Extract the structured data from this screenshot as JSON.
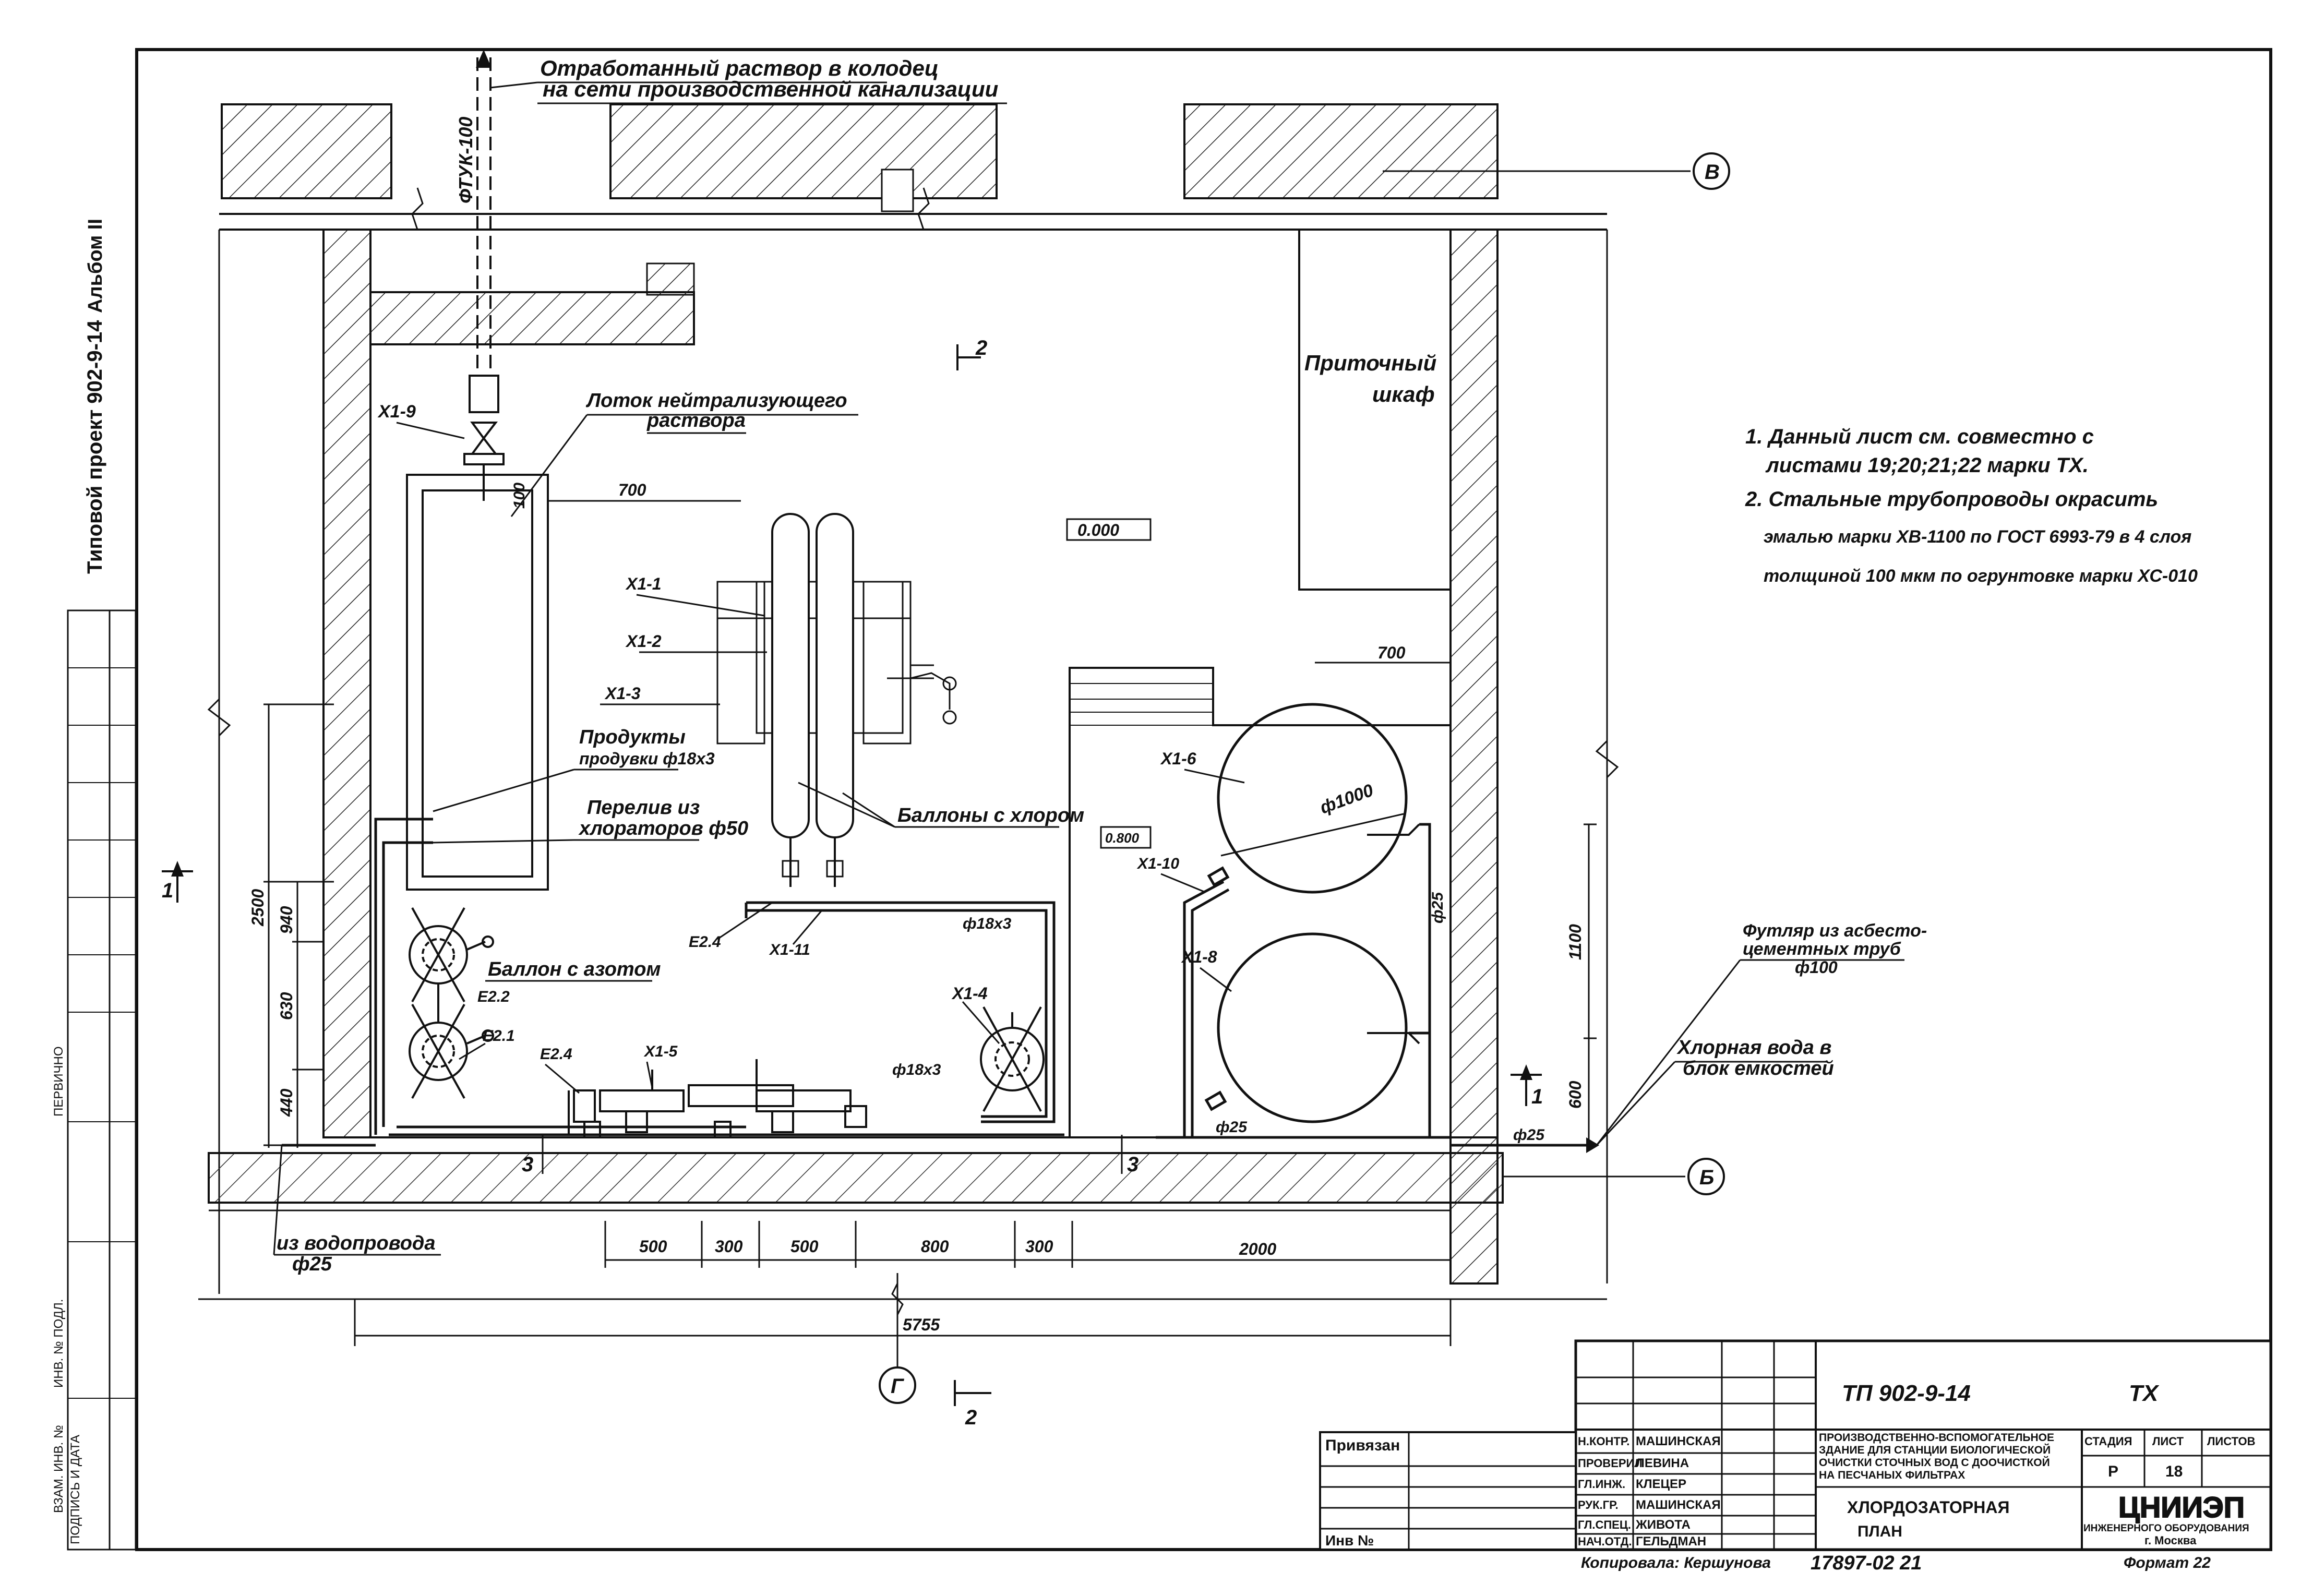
{
  "header": {
    "album": "Альбом II",
    "project": "Типовой проект 902-9-14"
  },
  "callouts": {
    "discharge_1": "Отработанный раствор в колодец",
    "discharge_2": "на сети производственной канализации",
    "pipe_vertical": "ФТУК-100",
    "tray_1": "Лоток нейтрализующего",
    "tray_2": "раствора",
    "supply_cabinet_1": "Приточный",
    "supply_cabinet_2": "шкаф",
    "purge_1": "Продукты",
    "purge_2": "продувки ф18х3",
    "overflow_1": "Перелив из",
    "overflow_2": "хлораторов ф50",
    "cylinders": "Баллоны с хлором",
    "nitrogen": "Баллон с азотом",
    "sleeve_1": "Футляр из асбесто-",
    "sleeve_2": "цементных труб",
    "sleeve_3": "ф100",
    "chlorine_water_1": "Хлорная вода в",
    "chlorine_water_2": "блок емкостей",
    "from_water_1": "из водопровода",
    "from_water_2": "ф25"
  },
  "notes": [
    "1. Данный лист см. совместно с",
    "листами 19;20;21;22 марки ТХ.",
    "2. Стальные трубопроводы окрасить",
    "эмалью марки ХВ-1100 по ГОСТ 6993-79 в 4 слоя",
    "толщиной 100 мкм по огрунтовке марки ХС-010"
  ],
  "axes": {
    "b_top": "В",
    "b_bottom": "Б",
    "g": "Г"
  },
  "sections": {
    "s2": "2",
    "s1": "1",
    "s3": "3"
  },
  "levels": {
    "main": "0.000",
    "small": "0.800"
  },
  "equipment_tags": {
    "x1_1": "Х1-1",
    "x1_2": "Х1-2",
    "x1_3": "Х1-3",
    "x1_4": "Х1-4",
    "x1_5": "Х1-5",
    "x1_6": "Х1-6",
    "x1_8": "Х1-8",
    "x1_9": "Х1-9",
    "x1_10": "Х1-10",
    "x1_11": "Х1-11",
    "e2_1": "Е2.1",
    "e2_2": "Е2.2",
    "e2_4a": "Е2.4",
    "e2_4b": "Е2.4"
  },
  "dimensions": {
    "d700_top": "700",
    "d700_right": "700",
    "d100": "100",
    "d2500": "2500",
    "d940": "940",
    "d630": "630",
    "d440": "440",
    "d1100": "1100",
    "d600": "600",
    "phi1000": "ф1000",
    "phi25_a": "ф25",
    "phi25_b": "ф25",
    "phi18x3_a": "ф18х3",
    "phi18x3_b": "ф18х3",
    "phi25_c": "ф25",
    "bottom_chain": [
      "500",
      "300",
      "500",
      "800",
      "300",
      "2000"
    ],
    "overall": "5755"
  },
  "title_block": {
    "code": "ТП 902-9-14",
    "mark": "ТХ",
    "attached": "Привязан",
    "inv": "Инв №",
    "roles": [
      "Н.КОНТР.",
      "ПРОВЕРИЛ",
      "ГЛ.ИНЖ.",
      "РУК.ГР.",
      "ГЛ.СПЕЦ.",
      "НАЧ.ОТД."
    ],
    "names": [
      "МАШИНСКАЯ",
      "ЛЕВИНА",
      "КЛЕЦЕР",
      "МАШИНСКАЯ",
      "ЖИВОТА",
      "ГЕЛЬДМАН"
    ],
    "description": [
      "ПРОИЗВОДСТВЕННО-ВСПОМОГАТЕЛЬНОЕ",
      "ЗДАНИЕ ДЛЯ СТАНЦИИ БИОЛОГИЧЕСКОЙ",
      "ОЧИСТКИ СТОЧНЫХ ВОД С ДООЧИСТКОЙ",
      "НА ПЕСЧАНЫХ ФИЛЬТРАХ"
    ],
    "sheet_title_1": "ХЛОРДОЗАТОРНАЯ",
    "sheet_title_2": "ПЛАН",
    "stage_label": "СТАДИЯ",
    "sheet_label": "ЛИСТ",
    "sheets_label": "ЛИСТОВ",
    "stage": "Р",
    "sheet": "18",
    "org": "ЦНИИЭП",
    "org_sub_1": "ИНЖЕНЕРНОГО ОБОРУДОВАНИЯ",
    "org_sub_2": "г. Москва",
    "copied": "Копировала: Кершунова",
    "number": "17897-02 21",
    "format": "Формат 22"
  },
  "left_strip": {
    "label_1": "ПОДПИСЬ И ДАТА",
    "label_2": "ВЗАМ. ИНВ. №",
    "label_3": "ИНВ. № ПОДЛ.",
    "label_4": "ПЕРВИЧНО"
  }
}
